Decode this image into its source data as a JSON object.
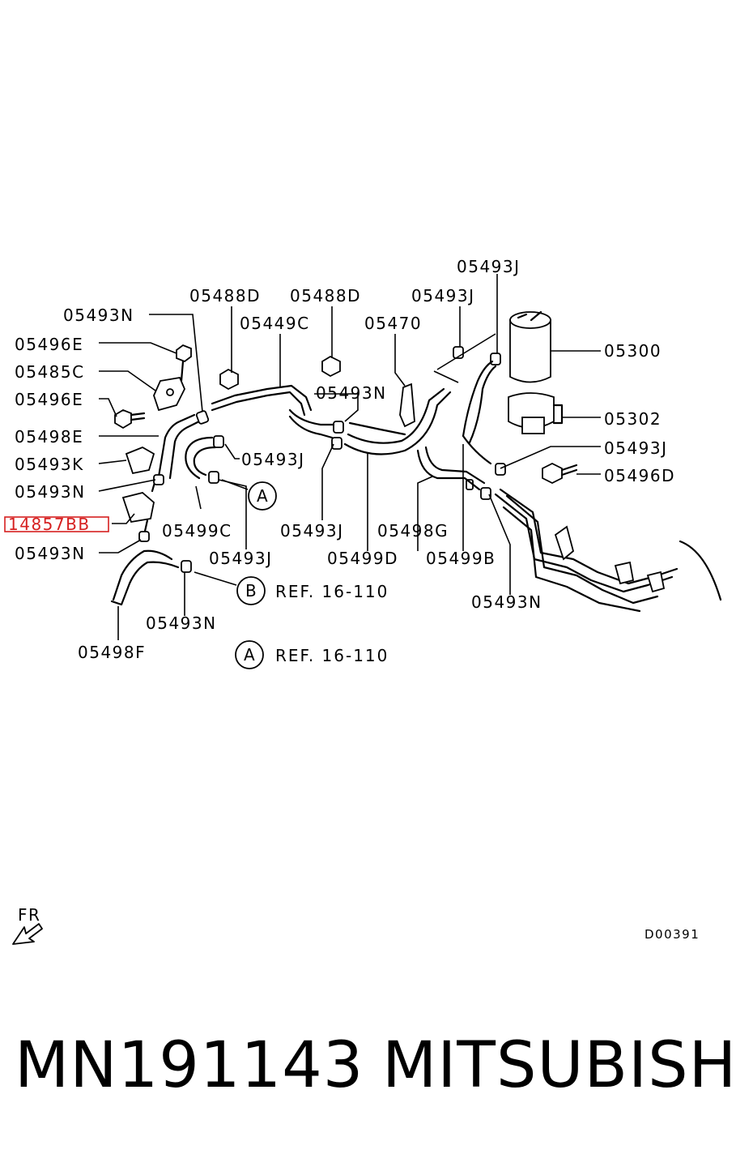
{
  "labels": {
    "p05493J_top": "05493J",
    "p05488D_a": "05488D",
    "p05488D_b": "05488D",
    "p05493J_b": "05493J",
    "p05493N_a": "05493N",
    "p05449C": "05449C",
    "p05470": "05470",
    "p05300": "05300",
    "p05496E_a": "05496E",
    "p05485C": "05485C",
    "p05493N_b": "05493N",
    "p05496E_b": "05496E",
    "p05302": "05302",
    "p05498E": "05498E",
    "p05493J_c": "05493J",
    "p05493J_d": "05493J",
    "p05493K": "05493K",
    "p05496D": "05496D",
    "p05493N_c": "05493N",
    "p14857BB": "14857BB",
    "p05499C": "05499C",
    "p05493J_e": "05493J",
    "p05498G": "05498G",
    "p05493N_d": "05493N",
    "p05493J_f": "05493J",
    "p05499D": "05499D",
    "p05499B": "05499B",
    "p05493N_e": "05493N",
    "p05493N_f": "05493N",
    "p05498F": "05498F"
  },
  "refs": {
    "ref_a_letter": "A",
    "ref_b_letter": "B",
    "ref_b_text": "REF. 16-110",
    "ref_a2_letter": "A",
    "ref_a2_text": "REF. 16-110"
  },
  "orientation": {
    "fr_label": "FR"
  },
  "drawing_code": "D00391",
  "footer": {
    "part_number": "MN191143",
    "brand": "MITSUBISHI"
  },
  "colors": {
    "highlight": "#d62020",
    "ink": "#000000"
  }
}
